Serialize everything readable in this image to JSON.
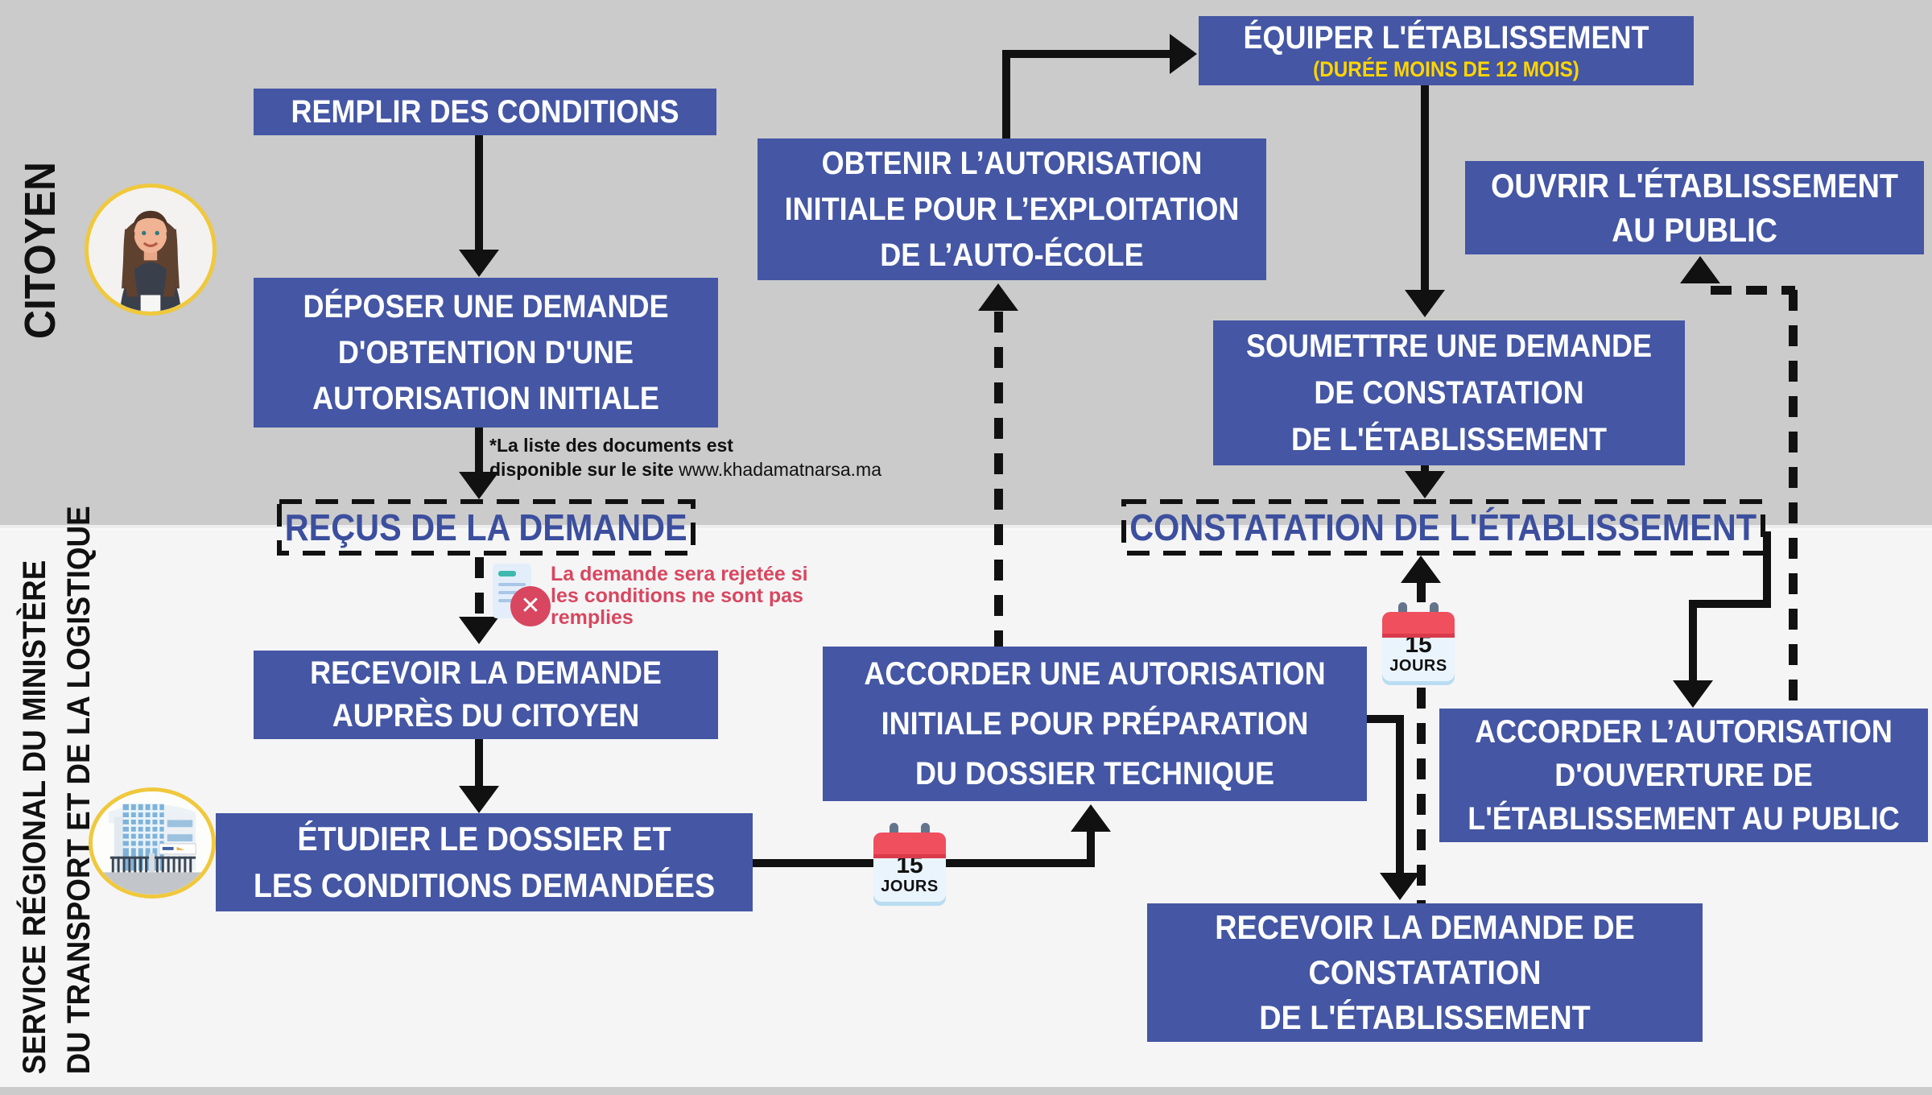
{
  "palette": {
    "box_blue": "#4456A4",
    "lane_top_gray": "#CBCBCB",
    "lane_bottom_gray": "#F5F5F6",
    "arrow_black": "#111111",
    "alert_red": "#D8475F",
    "highlight_yellow": "#FFD500",
    "milestone_text_blue": "#3C4F9E",
    "avatar_ring_yellow": "#F0C83C"
  },
  "lanes": {
    "citizen": {
      "label": "CITOYEN"
    },
    "ministry": {
      "label_line1": "SERVICE RÉGIONAL DU MINISTÈRE",
      "label_line2": "DU TRANSPORT ET DE LA LOGISTIQUE"
    }
  },
  "steps": {
    "remplir": {
      "lines": [
        "REMPLIR DES CONDITIONS"
      ]
    },
    "deposer": {
      "lines": [
        "DÉPOSER UNE DEMANDE",
        "D'OBTENTION D'UNE",
        "AUTORISATION INITIALE"
      ]
    },
    "recus": {
      "label": "REÇUS DE LA DEMANDE"
    },
    "recevoir_demande": {
      "lines": [
        "RECEVOIR LA DEMANDE",
        "AUPRÈS DU CITOYEN"
      ]
    },
    "etudier": {
      "lines": [
        "ÉTUDIER LE DOSSIER ET",
        "LES CONDITIONS DEMANDÉES"
      ]
    },
    "accorder_initiale": {
      "lines": [
        "ACCORDER UNE AUTORISATION",
        "INITIALE POUR PRÉPARATION",
        "DU DOSSIER TECHNIQUE"
      ]
    },
    "obtenir": {
      "lines": [
        "OBTENIR L’AUTORISATION",
        "INITIALE POUR L’EXPLOITATION",
        "DE L’AUTO-ÉCOLE"
      ]
    },
    "equiper": {
      "title": "ÉQUIPER L'ÉTABLISSEMENT",
      "subtitle": "(DURÉE MOINS DE 12 MOIS)"
    },
    "soumettre": {
      "lines": [
        "SOUMETTRE UNE DEMANDE",
        "DE CONSTATATION",
        "DE L'ÉTABLISSEMENT"
      ]
    },
    "constatation": {
      "label": "CONSTATATION DE L'ÉTABLISSEMENT"
    },
    "ouvrir": {
      "lines": [
        "OUVRIR L'ÉTABLISSEMENT",
        "AU PUBLIC"
      ]
    },
    "accorder_ouverture": {
      "lines": [
        "ACCORDER L’AUTORISATION",
        "D'OUVERTURE DE",
        "L'ÉTABLISSEMENT AU PUBLIC"
      ]
    },
    "recevoir_constatation": {
      "lines": [
        "RECEVOIR LA DEMANDE DE",
        "CONSTATATION",
        "DE L'ÉTABLISSEMENT"
      ]
    }
  },
  "notes": {
    "documents": {
      "line1": "*La liste des documents est",
      "line2_bold": "disponible sur le site",
      "line2_url": "www.khadamatnarsa.ma"
    },
    "rejection": {
      "lines": [
        "La demande sera rejetée si",
        "les conditions ne sont pas",
        "remplies"
      ]
    }
  },
  "delays": {
    "days": "15",
    "unit": "JOURS"
  },
  "icons": {
    "rejection_badge": "✕"
  }
}
